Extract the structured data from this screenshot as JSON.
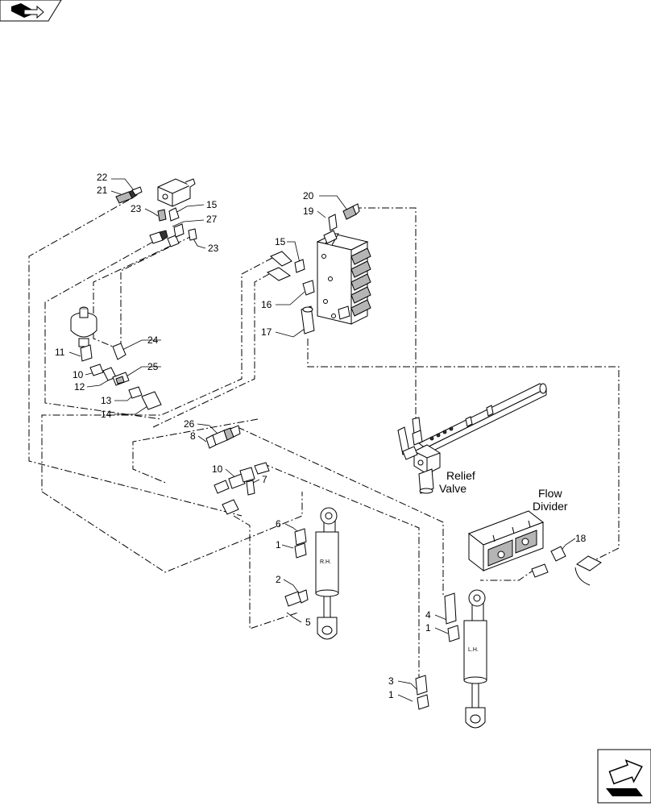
{
  "callouts": {
    "c22": "22",
    "c21": "21",
    "c23a": "23",
    "c15a": "15",
    "c27": "27",
    "c23b": "23",
    "c20": "20",
    "c19": "19",
    "c15b": "15",
    "c16": "16",
    "c17": "17",
    "c24": "24",
    "c11": "11",
    "c25": "25",
    "c10a": "10",
    "c12": "12",
    "c13": "13",
    "c14": "14",
    "c26": "26",
    "c8": "8",
    "c10b": "10",
    "c7": "7",
    "c6": "6",
    "c1a": "1",
    "c2": "2",
    "c5": "5",
    "c18": "18",
    "c4": "4",
    "c1b": "1",
    "c3": "3",
    "c1c": "1"
  },
  "labels": {
    "relief_line1": "Relief",
    "relief_line2": "Valve",
    "flow_line1": "Flow",
    "flow_line2": "Divider",
    "rh_cylinder": "R.H.",
    "lh_cylinder": "L.H."
  },
  "icons": {
    "top_left": "book-nav-icon",
    "bottom_right": "next-page-arrow-icon"
  }
}
